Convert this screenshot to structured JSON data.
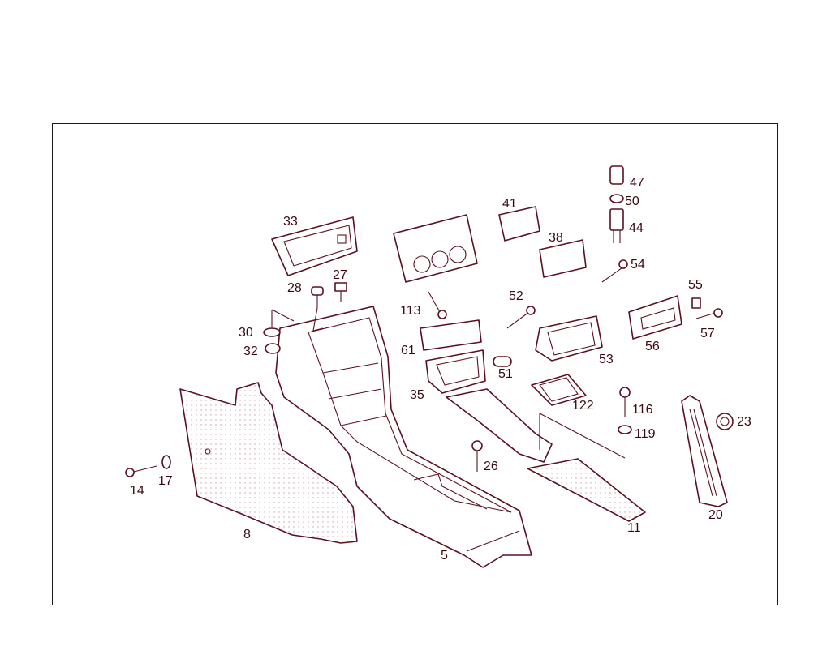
{
  "diagram": {
    "labels": {
      "p5": "5",
      "p8": "8",
      "p11": "11",
      "p14": "14",
      "p17": "17",
      "p20": "20",
      "p23": "23",
      "p26": "26",
      "p27": "27",
      "p28": "28",
      "p30": "30",
      "p32": "32",
      "p33": "33",
      "p35": "35",
      "p38": "38",
      "p41": "41",
      "p44": "44",
      "p47": "47",
      "p50": "50",
      "p51": "51",
      "p52": "52",
      "p53": "53",
      "p54": "54",
      "p55": "55",
      "p56": "56",
      "p57": "57",
      "p61": "61",
      "p113": "113",
      "p116": "116",
      "p119": "119",
      "p122": "122"
    },
    "colors": {
      "line": "#5a1020",
      "frame": "#1a1a1a",
      "text": "#3a0a12",
      "dots": "#c89aa5"
    }
  }
}
